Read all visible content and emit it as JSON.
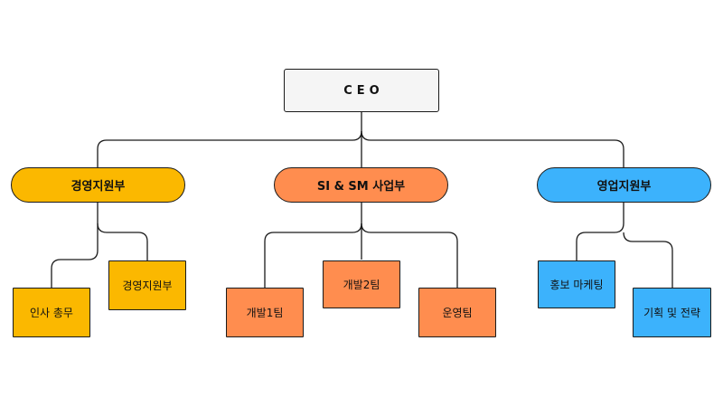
{
  "colors": {
    "management": "#fbb800",
    "si_sm": "#ff8d4f",
    "sales": "#3cb2fc",
    "ceo_fill": "#f5f5f5",
    "line": "#1a1a1a"
  },
  "ceo": {
    "label": "CEO"
  },
  "departments": [
    {
      "label": "경영지원부",
      "teams": [
        {
          "label": "인사 총무"
        },
        {
          "label": "경영지원부"
        }
      ]
    },
    {
      "label": "SI & SM 사업부",
      "teams": [
        {
          "label": "개발1팀"
        },
        {
          "label": "개발2팀"
        },
        {
          "label": "운영팀"
        }
      ]
    },
    {
      "label": "영업지원부",
      "teams": [
        {
          "label": "홍보 마케팅"
        },
        {
          "label": "기획 및 전략"
        }
      ]
    }
  ]
}
